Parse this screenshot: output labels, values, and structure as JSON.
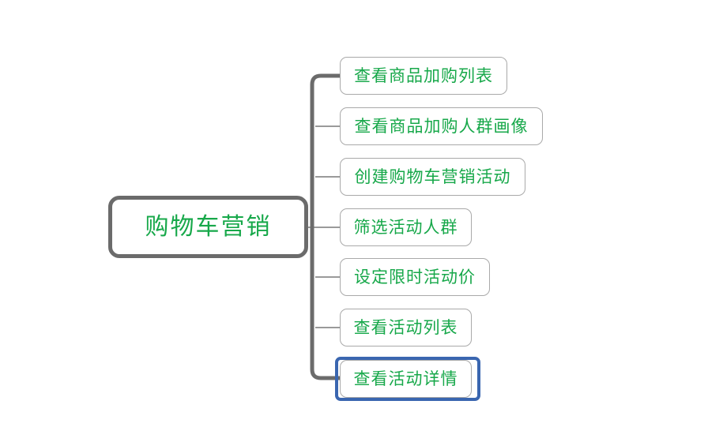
{
  "diagram": {
    "type": "mind-map",
    "background_color": "#ffffff",
    "text_color": "#17a84a",
    "node_border_color": "#a9a9a9",
    "root_border_color": "#6b6b6b",
    "trunk_color": "#6b6b6b",
    "branch_color": "#9a9a9a",
    "selection_color": "#3a66b0",
    "root": {
      "label": "购物车营销"
    },
    "children": [
      {
        "label": "查看商品加购列表",
        "selected": false
      },
      {
        "label": "查看商品加购人群画像",
        "selected": false
      },
      {
        "label": "创建购物车营销活动",
        "selected": false
      },
      {
        "label": "筛选活动人群",
        "selected": false
      },
      {
        "label": "设定限时活动价",
        "selected": false
      },
      {
        "label": "查看活动列表",
        "selected": false
      },
      {
        "label": "查看活动详情",
        "selected": true
      }
    ]
  }
}
